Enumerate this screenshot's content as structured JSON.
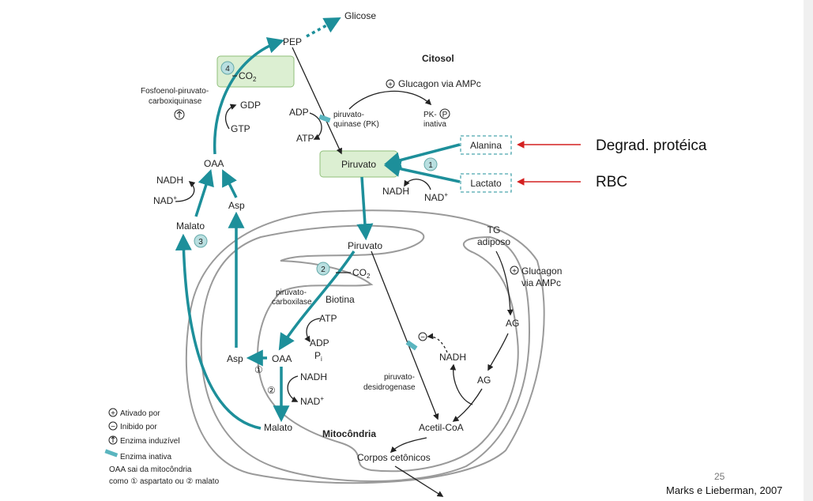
{
  "labels": {
    "glicose": "Glicose",
    "pep": "PEP",
    "citosol": "Citosol",
    "co2_top": "CO",
    "co2_top_sub": "2",
    "pepck_1": "Fosfoenol-piruvato-",
    "pepck_2": "carboxiquinase",
    "gdp": "GDP",
    "gtp": "GTP",
    "glucagon_top": "Glucagon via AMPc",
    "adp": "ADP",
    "atp": "ATP",
    "pk_1": "piruvato-",
    "pk_2": "quinase (PK)",
    "pkp": "PK-",
    "p_letter": "P",
    "inativa": "inativa",
    "alanina": "Alanina",
    "lactato": "Lactato",
    "piruvato_cyt": "Piruvato",
    "nadh_cyt": "NADH",
    "nad_cyt": "NAD",
    "plus": "+",
    "oaa_cyt": "OAA",
    "nadh_left": "NADH",
    "nad_left": "NAD",
    "malato_cyt": "Malato",
    "asp_cyt": "Asp",
    "piruvato_mito": "Piruvato",
    "co2_mito": "CO",
    "co2_mito_sub": "2",
    "pc_1": "piruvato-",
    "pc_2": "carboxilase",
    "biotina": "Biotina",
    "atp_mito": "ATP",
    "adp_mito": "ADP",
    "pi": "P",
    "pi_sub": "i",
    "oaa_mito": "OAA",
    "asp_mito": "Asp",
    "nadh_mito": "NADH",
    "nad_mito": "NAD",
    "malato_mito": "Malato",
    "mitocondria": "Mitocôndria",
    "pdh_1": "piruvato-",
    "pdh_2": "desidrogenase",
    "acetil": "Acetil-CoA",
    "corpos": "Corpos cetônicos",
    "tg_1": "TG",
    "tg_2": "adiposo",
    "glucagon_right_1": "Glucagon",
    "glucagon_right_2": "via AMPc",
    "ag_1": "AG",
    "ag_2": "AG",
    "nadh_right": "NADH",
    "minus": "−",
    "n1": "1",
    "n2": "2",
    "n3": "3",
    "n4": "4",
    "c1": "①",
    "c2": "②"
  },
  "legend": {
    "ativado": "Ativado por",
    "inibido": "Inibido por",
    "induzivel": "Enzima induzível",
    "inativa": "Enzima inativa",
    "note_1": "OAA sai da mitocôndria",
    "note_2_a": "como",
    "note_2_b": "aspartato ou",
    "note_2_c": "malato"
  },
  "annotations": {
    "degrad": "Degrad. protéica",
    "rbc": "RBC"
  },
  "footer": {
    "page_number": "25",
    "citation": "Marks e Lieberman, 2007"
  },
  "colors": {
    "teal": "#1d8f9a",
    "red": "#d42020",
    "green_box_fill": "#dcefd2",
    "green_box_stroke": "#8fbf7a"
  }
}
